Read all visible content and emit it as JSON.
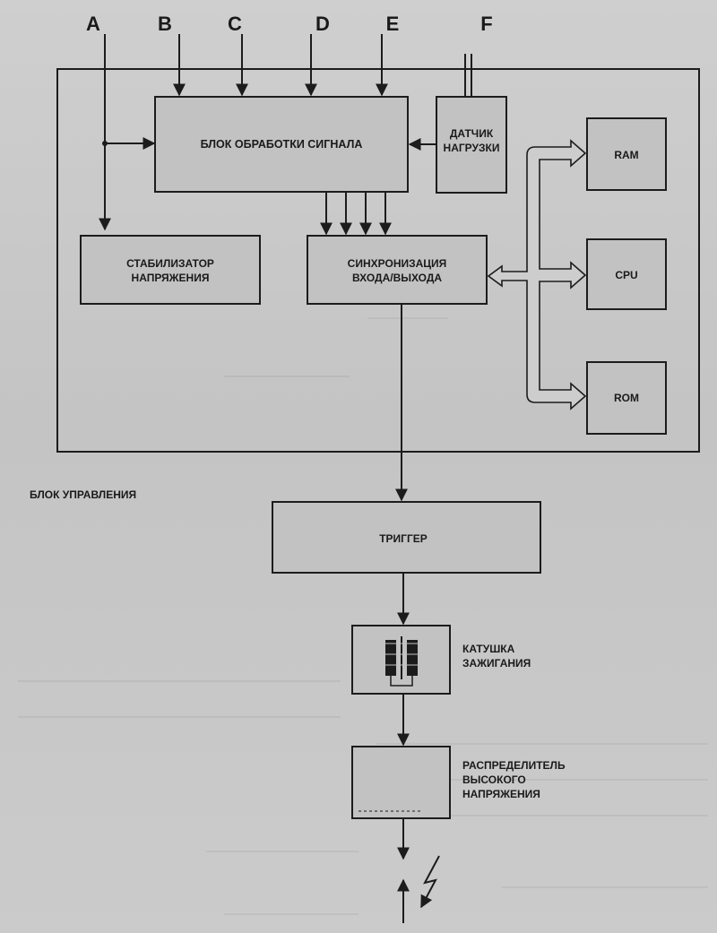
{
  "inputs": [
    "A",
    "B",
    "C",
    "D",
    "E",
    "F"
  ],
  "blocks": {
    "signal_processing": "БЛОК ОБРАБОТКИ СИГНАЛА",
    "load_sensor": [
      "ДАТЧИК",
      "НАГРУЗКИ"
    ],
    "ram": "RAM",
    "cpu": "CPU",
    "rom": "ROM",
    "voltage_stabilizer": [
      "СТАБИЛИЗАТОР",
      "НАПРЯЖЕНИЯ"
    ],
    "io_sync": [
      "СИНХРОНИЗАЦИЯ",
      "ВХОДА/ВЫХОДА"
    ],
    "control_unit_label": "БЛОК УПРАВЛЕНИЯ",
    "trigger": "ТРИГГЕР",
    "ignition_coil": [
      "КАТУШКА",
      "ЗАЖИГАНИЯ"
    ],
    "hv_distributor": [
      "РАСПРЕДЕЛИТЕЛЬ",
      "ВЫСОКОГО",
      "НАПРЯЖЕНИЯ"
    ]
  }
}
